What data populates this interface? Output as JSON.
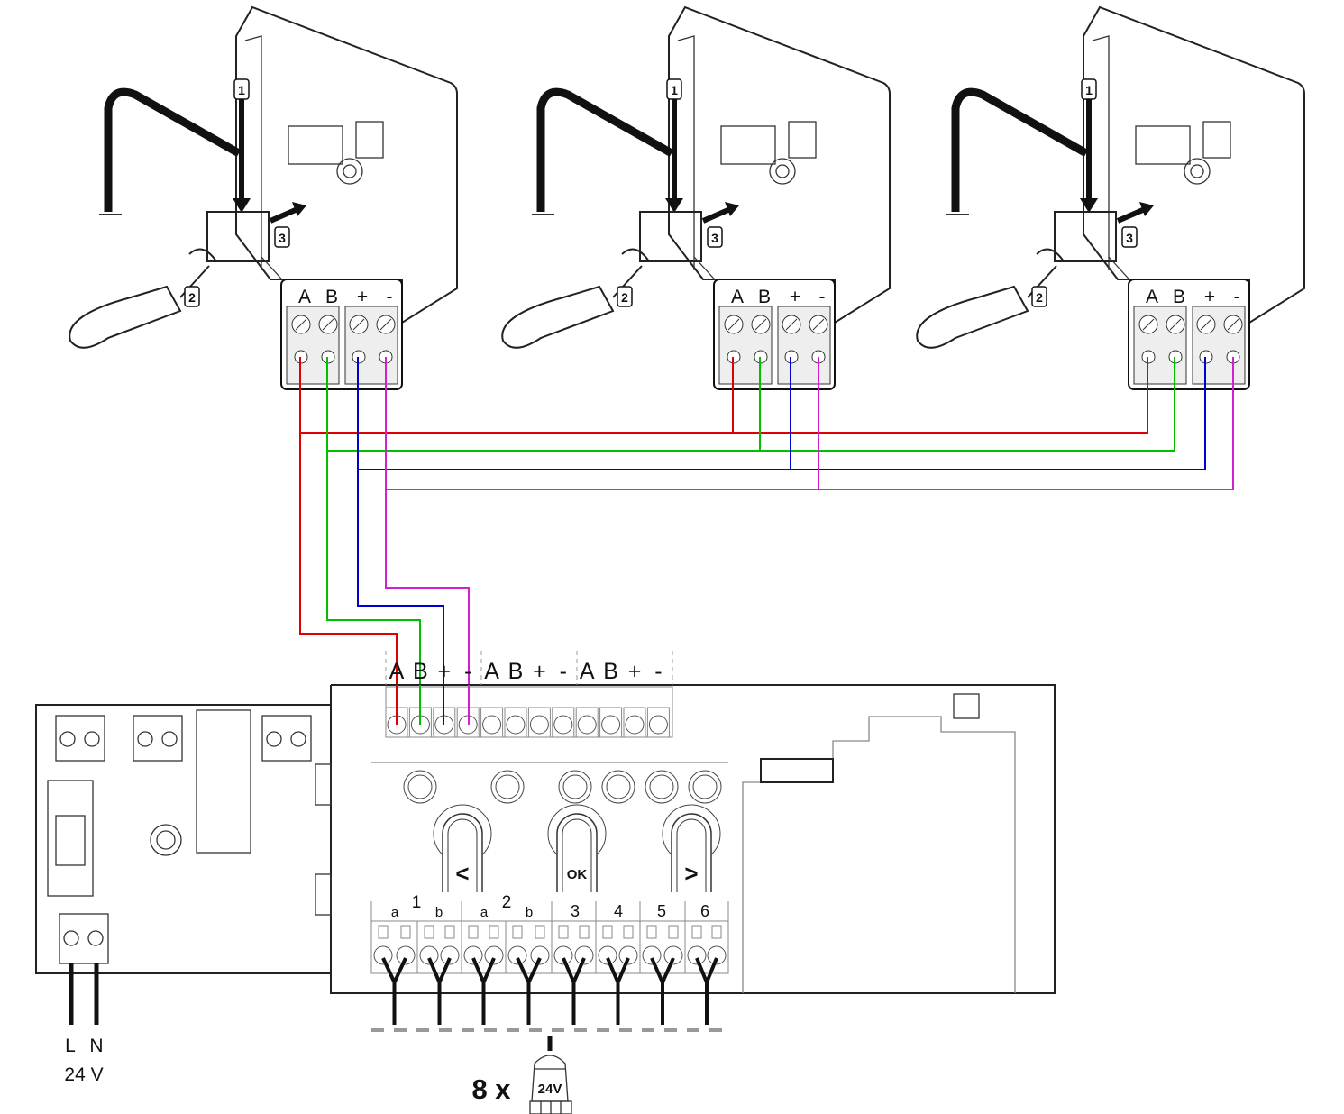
{
  "thermostats": [
    {
      "terminals": [
        "A",
        "B",
        "+",
        "-"
      ],
      "steps": [
        "1",
        "2",
        "3"
      ]
    },
    {
      "terminals": [
        "A",
        "B",
        "+",
        "-"
      ],
      "steps": [
        "1",
        "2",
        "3"
      ]
    },
    {
      "terminals": [
        "A",
        "B",
        "+",
        "-"
      ],
      "steps": [
        "1",
        "2",
        "3"
      ]
    }
  ],
  "wire_colors": {
    "A": "#e00000",
    "B": "#00c000",
    "plus": "#0000d0",
    "minus": "#d020d0"
  },
  "controller": {
    "bus_terminal_labels": [
      "A",
      "B",
      "+",
      "-",
      "A",
      "B",
      "+",
      "-",
      "A",
      "B",
      "+",
      "-"
    ],
    "buttons": [
      "<",
      "OK",
      ">"
    ],
    "channel_labels": {
      "ch1": "1",
      "ch2": "2",
      "a": "a",
      "b": "b",
      "ch3": "3",
      "ch4": "4",
      "ch5": "5",
      "ch6": "6"
    }
  },
  "power": {
    "l": "L",
    "n": "N",
    "voltage": "24 V"
  },
  "actuator": {
    "count": "8 x",
    "voltage": "24V"
  }
}
